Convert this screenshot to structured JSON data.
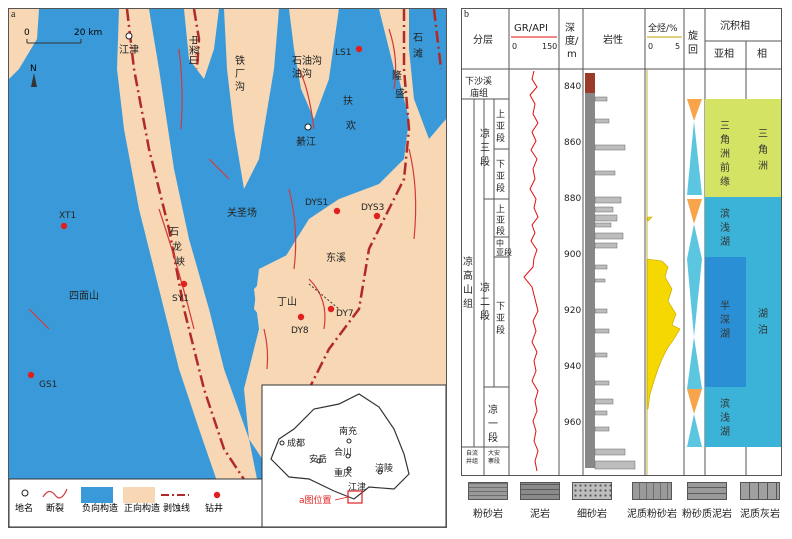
{
  "panel_a": {
    "label": "a",
    "scale": {
      "zero": "0",
      "dist": "20 km"
    },
    "north": "N",
    "places": {
      "jiangjin": "江津",
      "zhongliangshan": "中梁山",
      "tieguanggou": "铁厂沟",
      "shiyougou": "石油沟",
      "shitan": "石滩",
      "longsheng": "隆盛",
      "fuhuan": "扶欢",
      "qijiang": "綦江",
      "guanshengchang": "关圣场",
      "shilongxia": "石龙峡",
      "dongxi": "东溪",
      "dingshan": "丁山",
      "simianshan": "四面山"
    },
    "wells": [
      "LS1",
      "XT1",
      "DYS1",
      "DYS3",
      "SY1",
      "DY7",
      "DY8",
      "GS1"
    ],
    "inset": {
      "chengdu": "成都",
      "nanchong": "南充",
      "hechuan": "合川",
      "anyue": "安岳",
      "chongqing": "重庆",
      "fuling": "涪陵",
      "jiangjin": "江津",
      "location": "a图位置"
    },
    "legend": [
      "地名",
      "断裂",
      "负向构造",
      "正向构造",
      "剥蚀线",
      "钻井"
    ],
    "colors": {
      "blue": "#3a9ad9",
      "land": "#f7d7b4",
      "fault": "#d23a3a",
      "erosion": "#b02a2a"
    }
  },
  "panel_b": {
    "label": "b",
    "headers": {
      "fencing": "分层",
      "gr": "GR/API",
      "gr_min": "0",
      "gr_max": "150",
      "depth": "深度/m",
      "lith": "岩性",
      "tg": "全烃/%",
      "tg_min": "0",
      "tg_max": "5",
      "cycle": "旋回",
      "facies": "沉积相",
      "subfacies": "亚相",
      "faciescol": "相"
    },
    "formations": {
      "xsx": "下沙溪庙组",
      "lgs": "凉高山组",
      "l3": "凉三段",
      "l2": "凉二段",
      "l1": "凉一段",
      "l3u": "上亚段",
      "l3l": "下亚段",
      "l2u": "上亚段",
      "l2m": "中亚段",
      "l2l": "下亚段",
      "bottom_left": "自流井组",
      "bottom_right": "大安寨段"
    },
    "depth_ticks": [
      "840",
      "860",
      "880",
      "900",
      "920",
      "940",
      "960"
    ],
    "subfacies": {
      "delta_front": "三角洲前缘",
      "shallow_lake1": "滨浅湖",
      "semi_deep": "半深湖",
      "shallow_lake2": "滨浅湖"
    },
    "facies": {
      "delta": "三角洲",
      "lake": "湖泊"
    },
    "colors": {
      "yellow_green": "#d5e364",
      "teal": "#3bb3d8",
      "deep_blue": "#2a8fd4",
      "gr": "#e01010",
      "tg": "#f5d800"
    }
  },
  "lithology_legend": [
    "粉砂岩",
    "泥岩",
    "细砂岩",
    "泥质粉砂岩",
    "粉砂质泥岩",
    "泥质灰岩"
  ]
}
